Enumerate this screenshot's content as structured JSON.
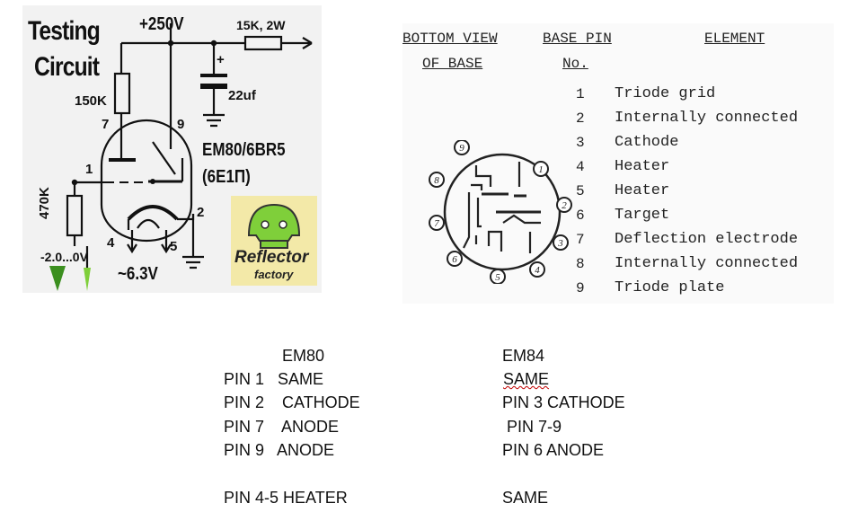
{
  "circuit": {
    "title_line1": "Testing",
    "title_line2": "Circuit",
    "voltage": "+250V",
    "resistor_top": "15K, 2W",
    "capacitor_plus": "+",
    "capacitor": "22uf",
    "resistor_150k": "150K",
    "pin7": "7",
    "pin9": "9",
    "pin1": "1",
    "pin2": "2",
    "pin4": "4",
    "pin5": "5",
    "tube_name": "EM80/6BR5",
    "tube_alt": "(6E1П)",
    "resistor_470k": "470K",
    "bias": "-2.0...0V",
    "heater": "~6.3V",
    "logo_line1": "Reflector",
    "logo_line2": "factory"
  },
  "pin_table": {
    "header_view_1": "BOTTOM VIEW",
    "header_view_2": "OF BASE",
    "header_pin_1": "BASE PIN",
    "header_pin_2": "No.",
    "header_element": "ELEMENT",
    "rows": [
      {
        "pin": "1",
        "element": "Triode grid"
      },
      {
        "pin": "2",
        "element": "Internally connected"
      },
      {
        "pin": "3",
        "element": "Cathode"
      },
      {
        "pin": "4",
        "element": "Heater"
      },
      {
        "pin": "5",
        "element": "Heater"
      },
      {
        "pin": "6",
        "element": "Target"
      },
      {
        "pin": "7",
        "element": "Deflection electrode"
      },
      {
        "pin": "8",
        "element": "Internally connected"
      },
      {
        "pin": "9",
        "element": "Triode plate"
      }
    ],
    "base_pins": [
      "1",
      "2",
      "3",
      "4",
      "5",
      "6",
      "7",
      "8",
      "9"
    ]
  },
  "comparison": {
    "col1_header": "EM80",
    "col2_header": "EM84",
    "rows": [
      {
        "left": "PIN 1   SAME",
        "right": "SAME"
      },
      {
        "left": "PIN 2    CATHODE",
        "right": "PIN 3 CATHODE"
      },
      {
        "left": "PIN 7    ANODE",
        "right": " PIN 7-9"
      },
      {
        "left": "PIN 9   ANODE",
        "right": "PIN 6 ANODE"
      },
      {
        "left": "PIN 4-5 HEATER",
        "right": "SAME"
      }
    ]
  },
  "colors": {
    "circuit_bg": "#f2f2f2",
    "logo_yellow": "#f3e9a8",
    "logo_green": "#7fcf3a",
    "triangle_green": "#3b8f1f",
    "spellcheck_red": "#c00000"
  }
}
